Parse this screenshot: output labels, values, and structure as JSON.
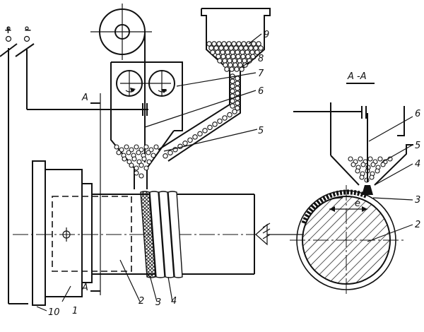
{
  "labels": {
    "plus": "+",
    "minus": "−",
    "l1": "1",
    "l2_main": "2",
    "l3_main": "3",
    "l4_main": "4",
    "l5": "5",
    "l6": "6",
    "l7": "7",
    "l8": "8",
    "l9": "9",
    "l10": "10",
    "section_a_top": "A",
    "section_a_bottom": "A",
    "section_title": "A -A",
    "l6_section": "6",
    "l5_section": "5",
    "l4_section": "4",
    "l3_section": "3",
    "l2_section": "2",
    "eccentricity": "e"
  }
}
